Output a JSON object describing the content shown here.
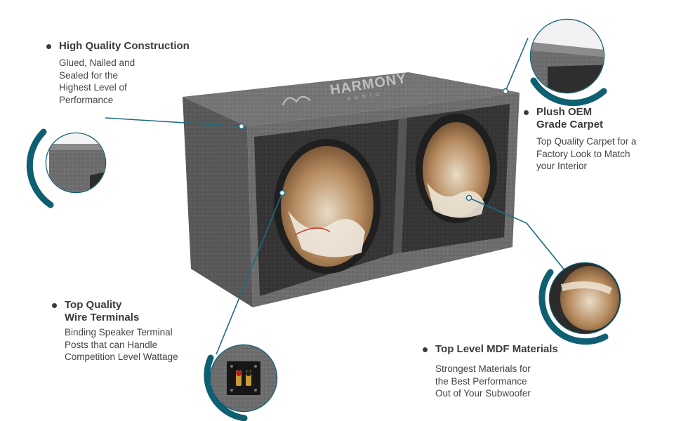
{
  "product": {
    "brand_logo_text": "HARMONY",
    "brand_logo_subtext": "AUDIO"
  },
  "features": [
    {
      "id": "construction",
      "title_lines": [
        "High Quality Construction"
      ],
      "desc_lines": [
        "Glued, Nailed and",
        "Sealed for the",
        "Highest Level of",
        "Performance"
      ]
    },
    {
      "id": "carpet",
      "title_lines": [
        "Plush OEM",
        "Grade Carpet"
      ],
      "desc_lines": [
        "Top Quality Carpet for a",
        "Factory Look to Match",
        "your Interior"
      ]
    },
    {
      "id": "terminals",
      "title_lines": [
        "Top Quality",
        "Wire Terminals"
      ],
      "desc_lines": [
        "Binding Speaker Terminal",
        "Posts that can Handle",
        "Competition Level Wattage"
      ]
    },
    {
      "id": "mdf",
      "title_lines": [
        "Top Level MDF Materials"
      ],
      "desc_lines": [
        "Strongest Materials for",
        "the Best Performance",
        "Out of  Your Subwoofer"
      ]
    }
  ],
  "colors": {
    "accent_teal": "#0f5f73",
    "carpet_gray": "#6f6f6f",
    "carpet_dark": "#3f3f3f",
    "text_dark": "#3b3b3b",
    "wood_light": "#b58a5c"
  }
}
